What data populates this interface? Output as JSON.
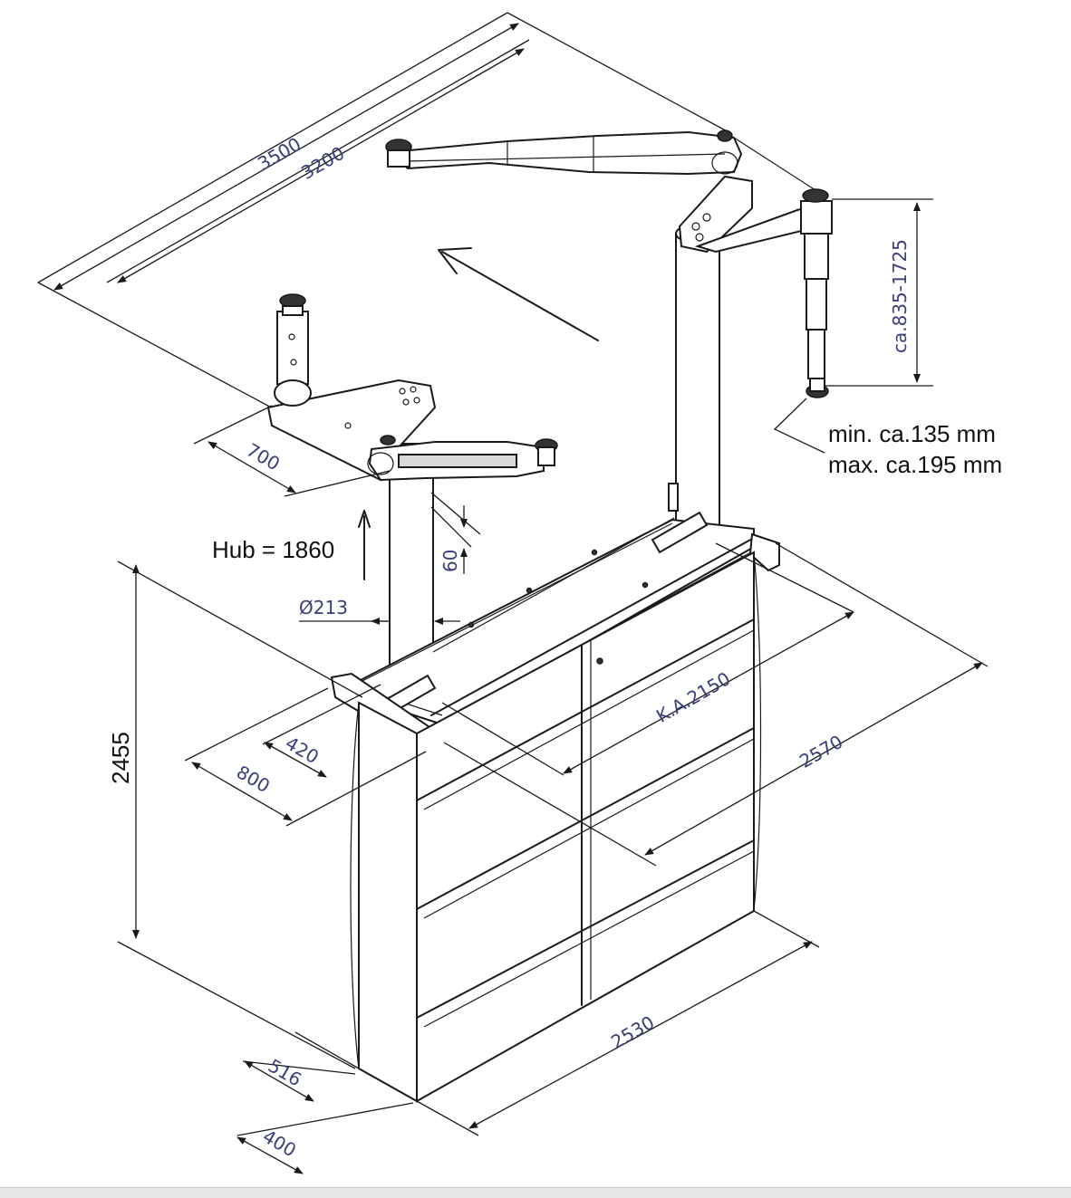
{
  "dimensions": {
    "total_width": "3500",
    "inner_width": "3200",
    "arm_height_range": "ca.835-1725",
    "pad_height_min": "min. ca.135 mm",
    "pad_height_max": "max. ca.195 mm",
    "arm_offset": "700",
    "lift_stroke": "Hub = 1860",
    "plate_offset": "60",
    "column_diameter": "Ø213",
    "overall_height": "2455",
    "front_depth_1": "420",
    "front_depth_2": "800",
    "column_spacing": "K.A.2150",
    "frame_length": "2570",
    "base_length": "2530",
    "base_depth_1": "516",
    "base_depth_2": "400"
  }
}
